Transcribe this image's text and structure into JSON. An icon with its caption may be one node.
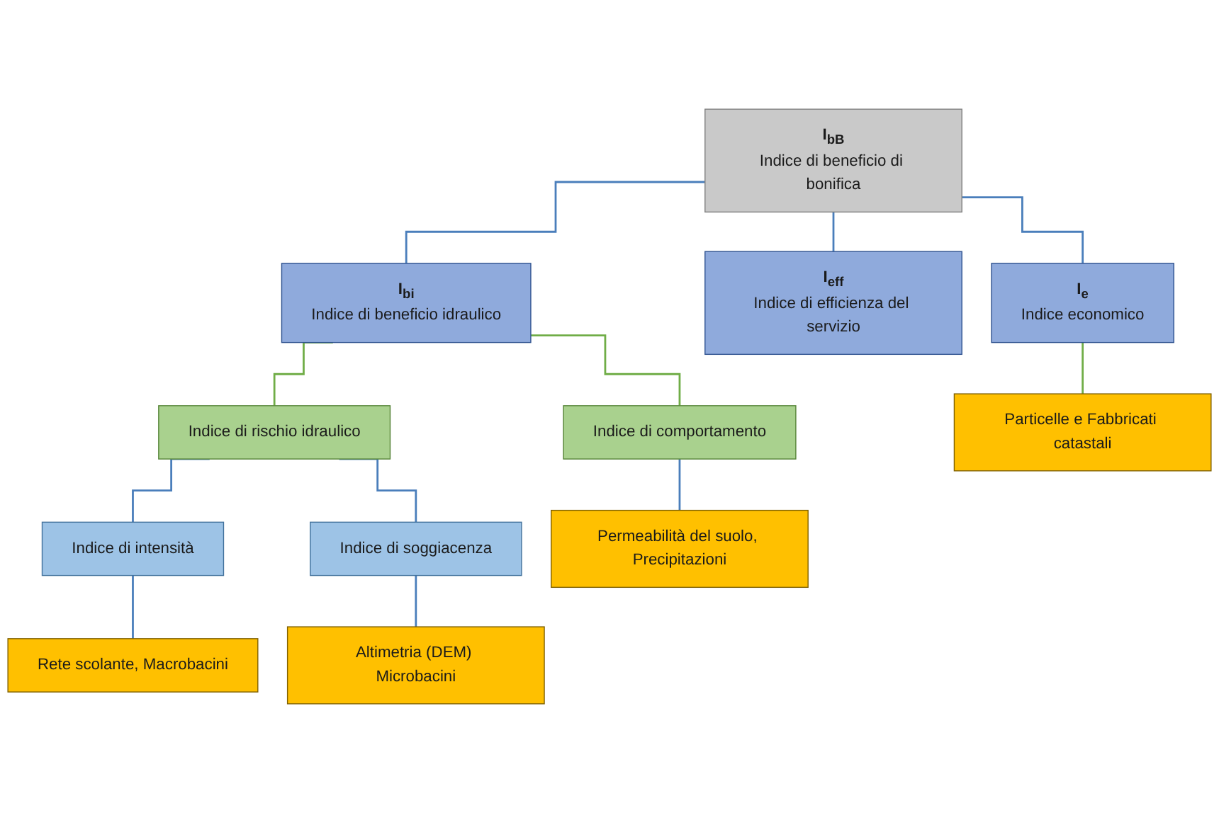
{
  "diagram": {
    "nodes": [
      {
        "text": [
          "I$_{bB}$",
          "Indice di beneficio di bonifica"
        ]
      },
      {
        "text": [
          "I$_{bi}$",
          "Indice di beneficio idraulico"
        ]
      },
      {
        "text": [
          "I$_{eff}$",
          "Indice di efficienza del servizio"
        ]
      },
      {
        "text": [
          "I$_{e}$",
          "Indice economico"
        ]
      },
      {
        "text": [
          "Indice di rischio idraulico"
        ]
      },
      {
        "text": [
          "Indice di comportamento"
        ]
      },
      {
        "text": [
          "Particelle e Fabbricati catastali"
        ]
      },
      {
        "text": [
          "Indice di intensità"
        ]
      },
      {
        "text": [
          "Indice di soggiacenza"
        ]
      },
      {
        "text": [
          "Permeabilità del suolo, Precipitazioni"
        ]
      },
      {
        "text": [
          "Rete scolante, Macrobacini"
        ]
      },
      {
        "text": [
          "Altimetria (DEM) Microbacini"
        ]
      }
    ],
    "edges": [
      {
        "from": 0,
        "to": 1,
        "arrow": "none"
      },
      {
        "from": 0,
        "to": 2,
        "arrow": "none"
      },
      {
        "from": 0,
        "to": 3,
        "arrow": "none"
      },
      {
        "from": 1,
        "to": 4,
        "arrow": "none",
        "color": "#70ad47"
      },
      {
        "from": 1,
        "to": 5,
        "arrow": "none",
        "color": "#70ad47"
      },
      {
        "from": 3,
        "to": 6,
        "arrow": "none",
        "color": "#70ad47"
      },
      {
        "from": 4,
        "to": 7,
        "arrow": "none"
      },
      {
        "from": 4,
        "to": 8,
        "arrow": "none"
      },
      {
        "from": 5,
        "to": 9,
        "arrow": "none"
      },
      {
        "from": 7,
        "to": 10,
        "arrow": "none"
      },
      {
        "from": 8,
        "to": 11,
        "arrow": "none"
      }
    ]
  }
}
